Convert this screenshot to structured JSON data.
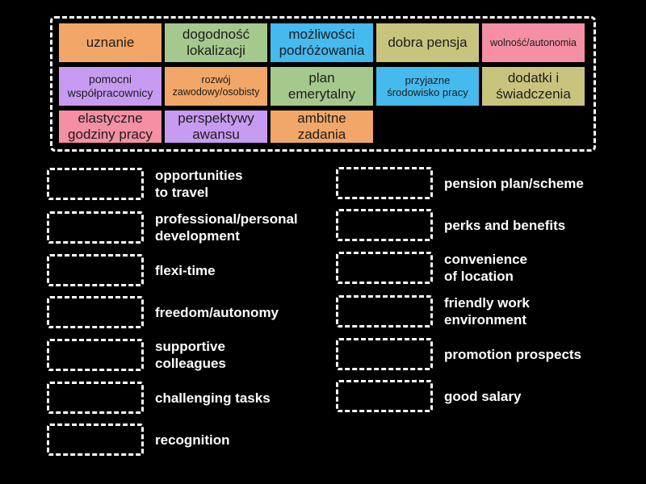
{
  "palette": {
    "background": "#000000",
    "tile_text": "#1c1c1c",
    "label_text": "#ffffff",
    "dashed_border": "#ffffff",
    "orange": "#f2a768",
    "green": "#a5c88d",
    "blue": "#45baee",
    "khaki": "#c8c47e",
    "pink": "#f58fa3",
    "purple": "#c79bf2"
  },
  "word_bank": {
    "rows": [
      [
        {
          "label": "uznanie",
          "color": "#f2a768"
        },
        {
          "label": "dogodność\nlokalizacji",
          "color": "#a5c88d"
        },
        {
          "label": "możliwości\npodróżowania",
          "color": "#45baee"
        },
        {
          "label": "dobra pensja",
          "color": "#c8c47e"
        },
        {
          "label": "wolność/autonomia",
          "color": "#f58fa3"
        }
      ],
      [
        {
          "label": "pomocni\nwspółpracownicy",
          "color": "#c79bf2"
        },
        {
          "label": "rozwój\nzawodowy/osobisty",
          "color": "#f2a768"
        },
        {
          "label": "plan\nemerytalny",
          "color": "#a5c88d"
        },
        {
          "label": "przyjazne\nśrodowisko pracy",
          "color": "#45baee"
        },
        {
          "label": "dodatki i\nświadczenia",
          "color": "#c8c47e"
        }
      ],
      [
        {
          "label": "elastyczne\ngodziny pracy",
          "color": "#f58fa3"
        },
        {
          "label": "perspektywy\nawansu",
          "color": "#c79bf2"
        },
        {
          "label": "ambitne\nzadania",
          "color": "#f2a768"
        }
      ]
    ]
  },
  "left_column": {
    "items": [
      {
        "label": "opportunities\nto travel"
      },
      {
        "label": "professional/personal\ndevelopment"
      },
      {
        "label": "flexi-time"
      },
      {
        "label": "freedom/autonomy"
      },
      {
        "label": "supportive\ncolleagues"
      },
      {
        "label": "challenging tasks"
      },
      {
        "label": "recognition"
      }
    ]
  },
  "right_column": {
    "items": [
      {
        "label": "pension plan/scheme"
      },
      {
        "label": "perks and benefits"
      },
      {
        "label": "convenience\nof location"
      },
      {
        "label": "friendly work\nenvironment"
      },
      {
        "label": "promotion prospects"
      },
      {
        "label": "good salary"
      }
    ]
  }
}
